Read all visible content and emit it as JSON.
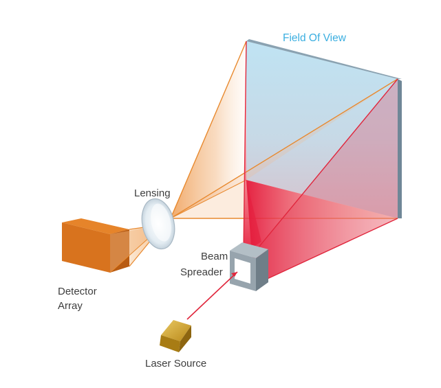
{
  "labels": {
    "field_of_view": "Field Of View",
    "lensing": "Lensing",
    "beam_line1": "Beam",
    "beam_line2": "Spreader",
    "detector_line1": "Detector",
    "detector_line2": "Array",
    "laser_source": "Laser Source"
  },
  "colors": {
    "field_of_view_text": "#3aaee0",
    "label_text": "#3d3d3d",
    "orange_rays": "#e8892e",
    "red_rays": "#e0263c",
    "screen_blue": "#b9dfef",
    "screen_edge": "#6f8797",
    "detector_orange": "#d8731e",
    "laser_gold": "#c9a024",
    "spreader_gray": "#97a4ad"
  }
}
